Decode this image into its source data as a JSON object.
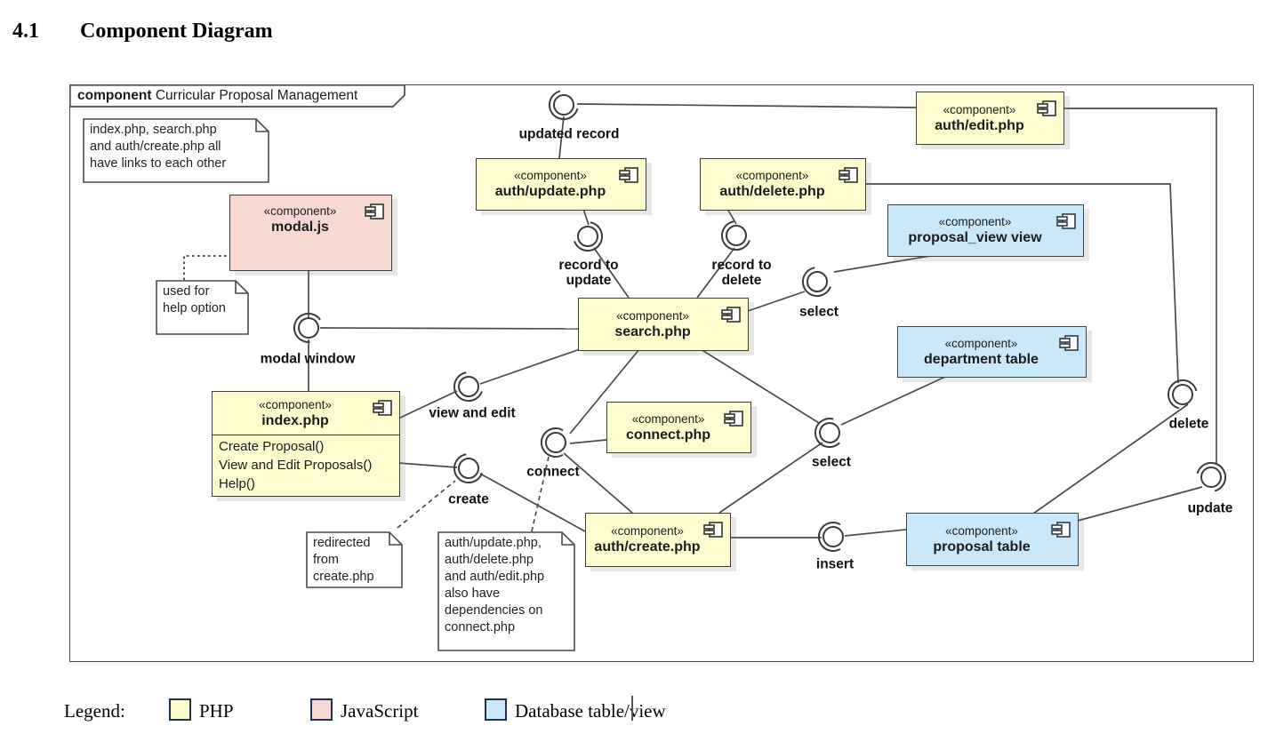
{
  "heading": {
    "number": "4.1",
    "title": "Component Diagram"
  },
  "frame": {
    "keyword": "component",
    "title": " Curricular Proposal Management"
  },
  "stereotype": "«component»",
  "colors": {
    "php": "#fcfcce",
    "javascript": "#f8d8d2",
    "database": "#c9e8f9",
    "note": "#ffffff",
    "line": "#4b4b45"
  },
  "components": {
    "auth_edit": {
      "name": "auth/edit.php"
    },
    "auth_update": {
      "name": "auth/update.php"
    },
    "auth_delete": {
      "name": "auth/delete.php"
    },
    "proposal_view": {
      "name": "proposal_view view"
    },
    "modal_js": {
      "name": "modal.js"
    },
    "search": {
      "name": "search.php"
    },
    "department_table": {
      "name": "department table"
    },
    "index": {
      "name": "index.php",
      "operations": [
        "Create Proposal()",
        "View and Edit Proposals()",
        "Help()"
      ]
    },
    "connect": {
      "name": "connect.php"
    },
    "auth_create": {
      "name": "auth/create.php"
    },
    "proposal_table": {
      "name": "proposal table"
    }
  },
  "interfaces": {
    "updated_record": {
      "label": "updated record"
    },
    "record_to_update": {
      "label": "record to\nupdate"
    },
    "record_to_delete": {
      "label": "record to\ndelete"
    },
    "select_view": {
      "label": "select"
    },
    "select_department": {
      "label": "select"
    },
    "connect": {
      "label": "connect"
    },
    "modal_window": {
      "label": "modal window"
    },
    "view_and_edit": {
      "label": "view and edit"
    },
    "create": {
      "label": "create"
    },
    "insert": {
      "label": "insert"
    },
    "delete": {
      "label": "delete"
    },
    "update": {
      "label": "update"
    }
  },
  "notes": {
    "links": {
      "text": "index.php, search.php\nand auth/create.php all\nhave links to each other"
    },
    "help": {
      "text": "used for\nhelp option"
    },
    "redirect": {
      "text": "redirected\nfrom\ncreate.php"
    },
    "dependencies": {
      "text": "auth/update.php,\nauth/delete.php\nand auth/edit.php\nalso have\ndependencies on\nconnect.php"
    }
  },
  "legend": {
    "label": "Legend:",
    "items": [
      {
        "label": "PHP",
        "color": "#fcfcce"
      },
      {
        "label": "JavaScript",
        "color": "#f8d8d2"
      },
      {
        "label": "Database table/view",
        "color": "#c9e8f9"
      }
    ]
  }
}
